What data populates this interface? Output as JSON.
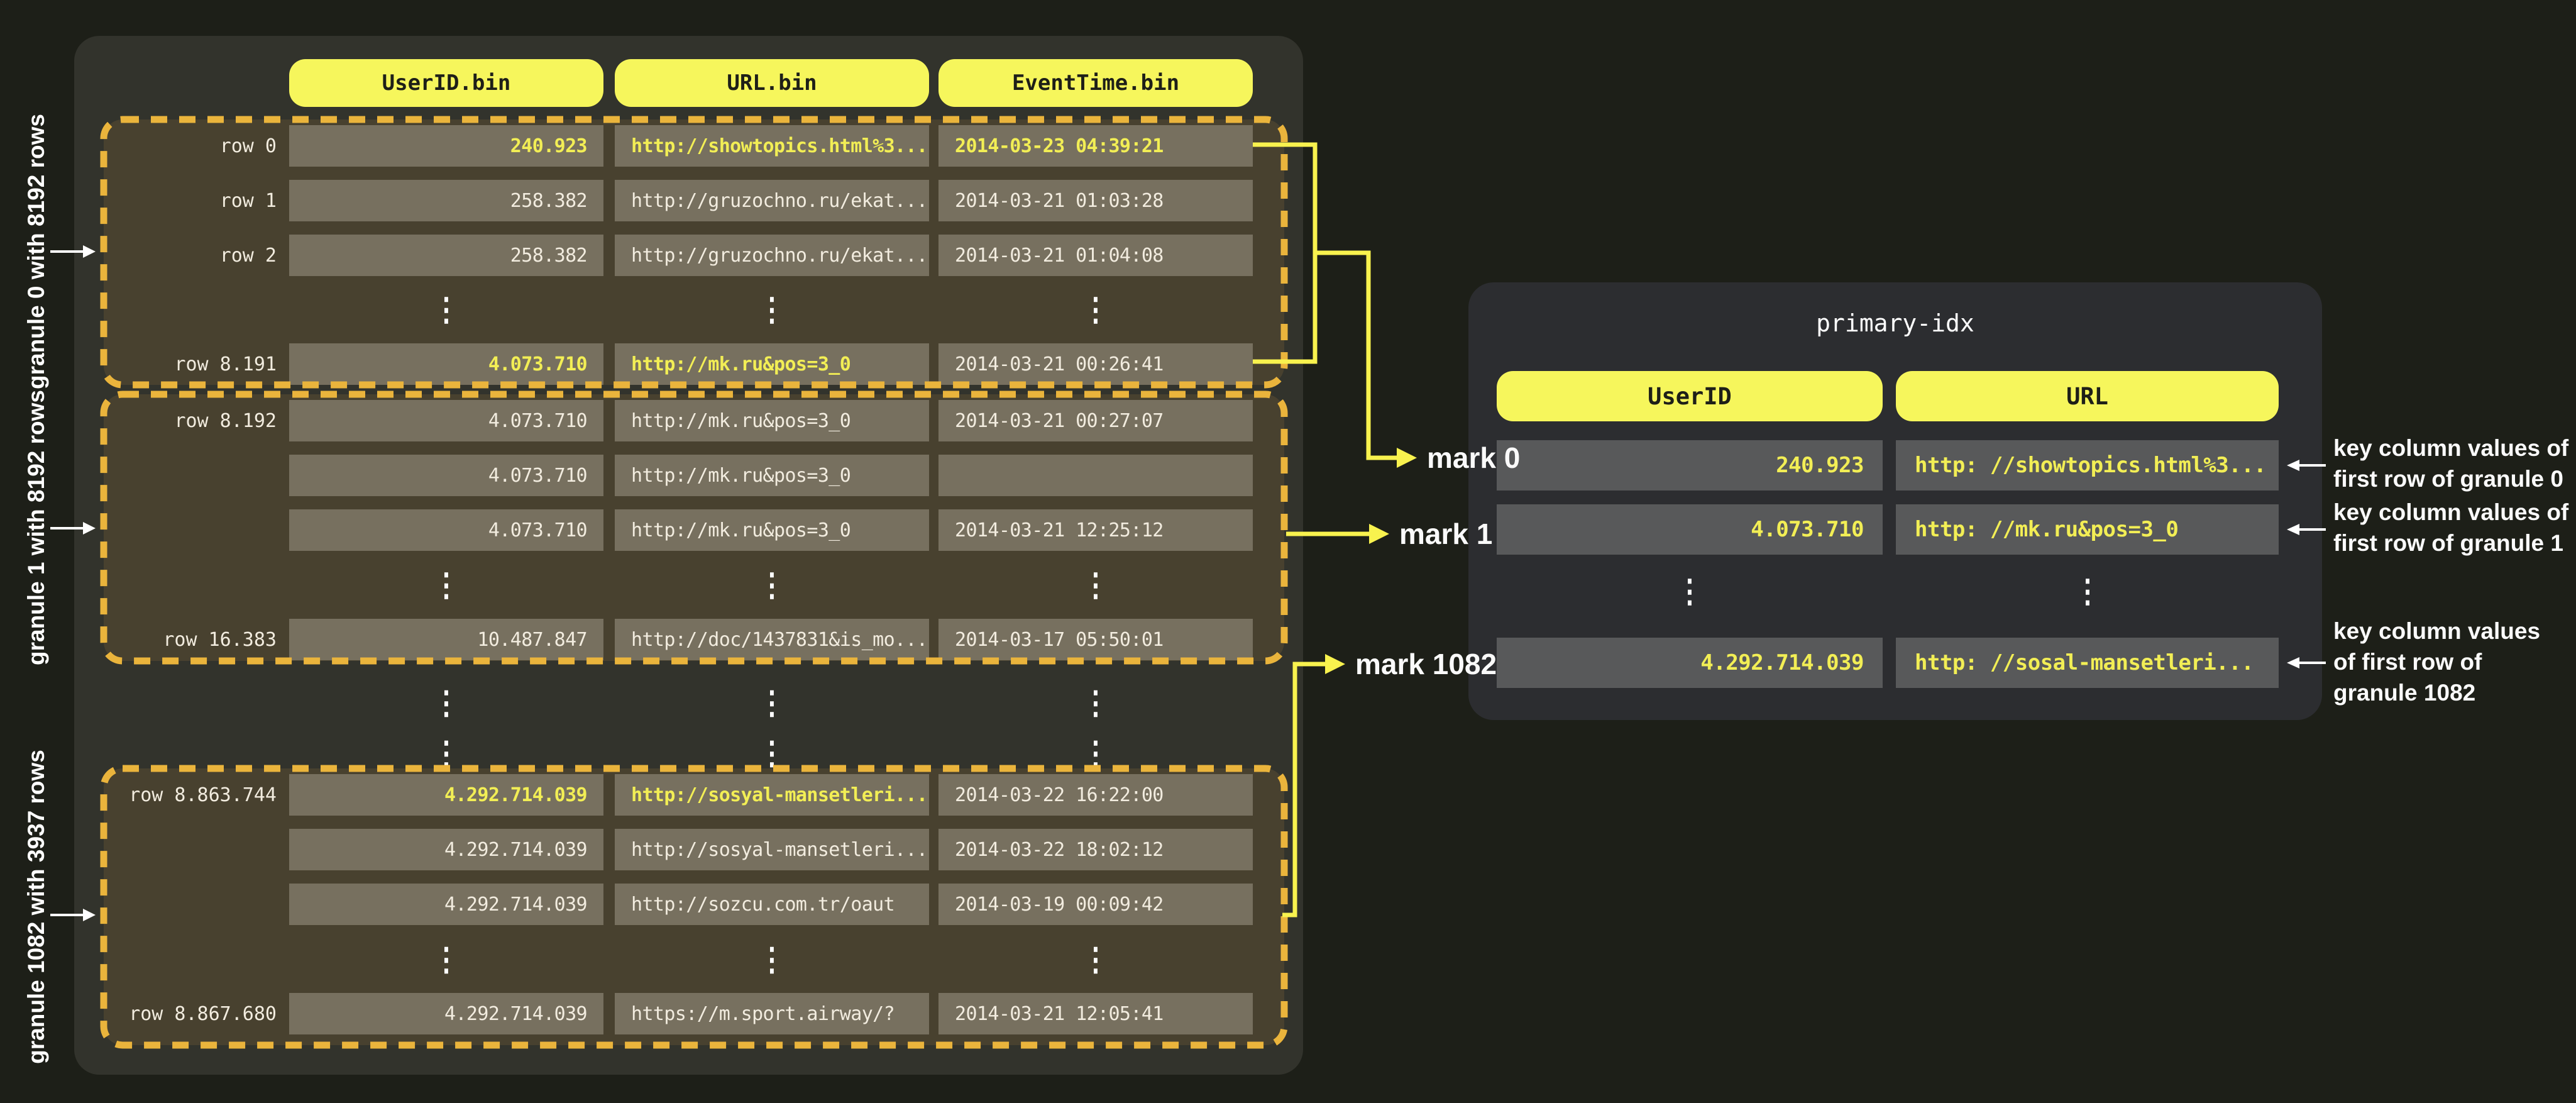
{
  "colors": {
    "background": "#1d1f18",
    "left_panel": "#32332c",
    "right_panel": "#2c2d30",
    "granule_fill": "#48412f",
    "cell_bg": "#77705f",
    "index_cell_bg": "#58595a",
    "pill_yellow": "#f6f65c",
    "highlight_yellow": "#f2ee55",
    "dashed_border": "#eab43c",
    "connector_yellow": "#f8f24e",
    "text_white": "#f2ecdf"
  },
  "left_table": {
    "headers": [
      "UserID.bin",
      "URL.bin",
      "EventTime.bin"
    ],
    "granules": [
      {
        "side_label": "granule 0 with 8192 rows",
        "rows": [
          {
            "label": "row 0",
            "user_id": "240.923",
            "url": "http://showtopics.html%3...",
            "event_time": "2014-03-23 04:39:21"
          },
          {
            "label": "row 1",
            "user_id": "258.382",
            "url": "http://gruzochno.ru/ekat...",
            "event_time": "2014-03-21 01:03:28"
          },
          {
            "label": "row 2",
            "user_id": "258.382",
            "url": "http://gruzochno.ru/ekat...",
            "event_time": "2014-03-21 01:04:08"
          },
          {
            "label": "row 8.191",
            "user_id": "4.073.710",
            "url": "http://mk.ru&pos=3_0",
            "event_time": "2014-03-21 00:26:41"
          }
        ]
      },
      {
        "side_label": "granule 1 with 8192 rows",
        "rows": [
          {
            "label": "row 8.192",
            "user_id": "4.073.710",
            "url": "http://mk.ru&pos=3_0",
            "event_time": "2014-03-21 00:27:07"
          },
          {
            "label": "",
            "user_id": "4.073.710",
            "url": "http://mk.ru&pos=3_0",
            "event_time": ""
          },
          {
            "label": "",
            "user_id": "4.073.710",
            "url": "http://mk.ru&pos=3_0",
            "event_time": "2014-03-21 12:25:12"
          },
          {
            "label": "row 16.383",
            "user_id": "10.487.847",
            "url": "http://doc/1437831&is_mo...",
            "event_time": "2014-03-17 05:50:01"
          }
        ]
      },
      {
        "side_label": "granule 1082 with 3937 rows",
        "rows": [
          {
            "label": "row 8.863.744",
            "user_id": "4.292.714.039",
            "url": "http://sosyal-mansetleri...",
            "event_time": "2014-03-22 16:22:00"
          },
          {
            "label": "",
            "user_id": "4.292.714.039",
            "url": "http://sosyal-mansetleri...",
            "event_time": "2014-03-22 18:02:12"
          },
          {
            "label": "",
            "user_id": "4.292.714.039",
            "url": "http://sozcu.com.tr/oaut",
            "event_time": "2014-03-19 00:09:42"
          },
          {
            "label": "row 8.867.680",
            "user_id": "4.292.714.039",
            "url": "https://m.sport.airway/?",
            "event_time": "2014-03-21 12:05:41"
          }
        ]
      }
    ]
  },
  "marks": {
    "m0": "mark 0",
    "m1": "mark 1",
    "m1082": "mark 1082"
  },
  "primary_index": {
    "title": "primary-idx",
    "headers": [
      "UserID",
      "URL"
    ],
    "rows": [
      {
        "user_id": "240.923",
        "url": "http: //showtopics.html%3..."
      },
      {
        "user_id": "4.073.710",
        "url": "http: //mk.ru&pos=3_0"
      },
      {
        "user_id": "4.292.714.039",
        "url": "http: //sosal-mansetleri..."
      }
    ]
  },
  "annotations": {
    "g0": {
      "l1": "key column values of",
      "l2": "first row of granule 0"
    },
    "g1": {
      "l1": "key column values of",
      "l2": "first row of granule 1"
    },
    "g1082": {
      "l1": "key column values",
      "l2": "of first row of",
      "l3": "granule 1082"
    }
  },
  "glyphs": {
    "vdots": "⋮"
  }
}
